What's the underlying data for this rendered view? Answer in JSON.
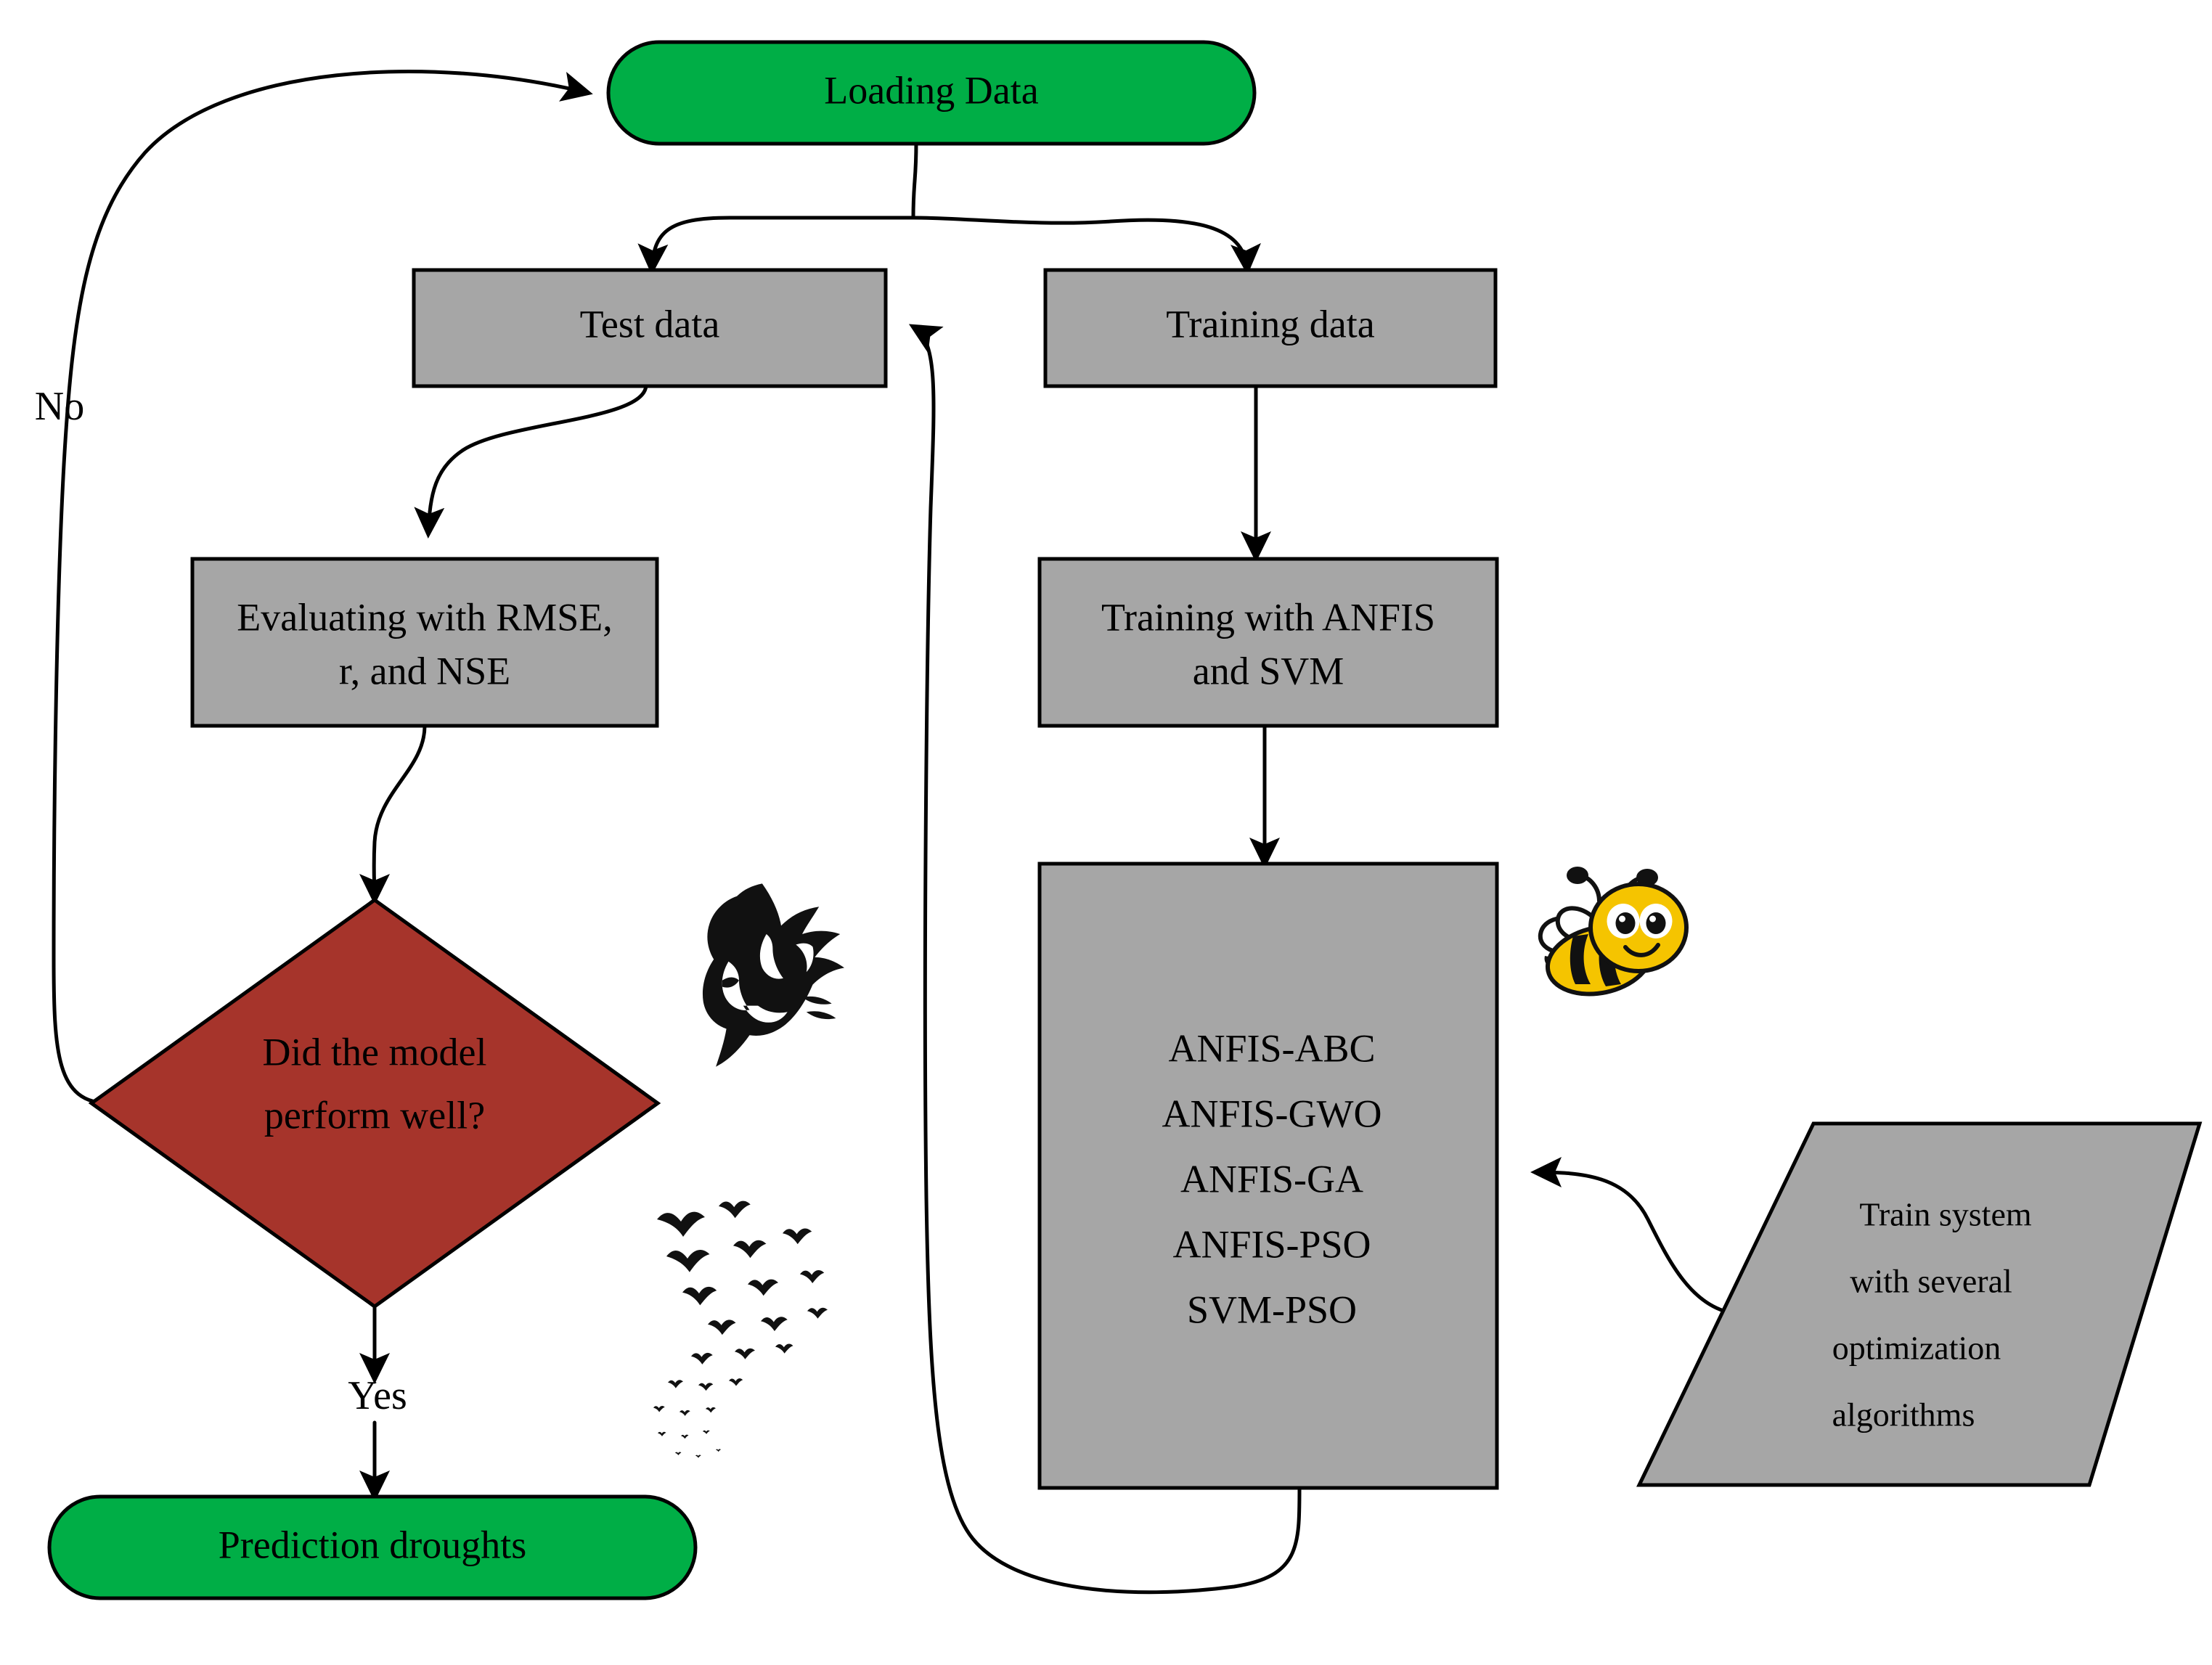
{
  "diagram": {
    "title": "Drought prediction methodology flowchart",
    "background_color": "#ffffff",
    "palette": {
      "terminal_green": "#00ae46",
      "process_gray": "#a6a6a6",
      "decision_red": "#a6342b",
      "stroke_black": "#000000",
      "bee_yellow": "#f5c400"
    }
  },
  "nodes": {
    "loading_data": {
      "label": "Loading Data",
      "shape": "rounded-terminal",
      "fill": "#00ae46"
    },
    "test_data": {
      "label": "Test data",
      "shape": "rectangle",
      "fill": "#a6a6a6"
    },
    "training_data": {
      "label": "Training data",
      "shape": "rectangle",
      "fill": "#a6a6a6"
    },
    "evaluating": {
      "shape": "rectangle",
      "fill": "#a6a6a6",
      "lines": [
        "Evaluating with RMSE,",
        "r, and NSE"
      ]
    },
    "training_models": {
      "shape": "rectangle",
      "fill": "#a6a6a6",
      "lines": [
        "Training with ANFIS",
        "and SVM"
      ]
    },
    "decision": {
      "shape": "diamond",
      "fill": "#a6342b",
      "lines": [
        "Did the model",
        "perform well?"
      ]
    },
    "algorithms": {
      "shape": "rectangle",
      "fill": "#a6a6a6",
      "lines": [
        "ANFIS-ABC",
        "ANFIS-GWO",
        "ANFIS-GA",
        "ANFIS-PSO",
        "SVM-PSO"
      ]
    },
    "train_system": {
      "shape": "parallelogram",
      "fill": "#a6a6a6",
      "lines": [
        "Train system",
        "with several",
        "optimization",
        "algorithms"
      ]
    },
    "prediction": {
      "label": "Prediction droughts",
      "shape": "rounded-terminal",
      "fill": "#00ae46"
    }
  },
  "edge_labels": {
    "no": "No",
    "yes": "Yes"
  },
  "decorations": {
    "wolf": {
      "name": "wolf-head-icon",
      "meaning": "GWO"
    },
    "bee": {
      "name": "bee-icon",
      "meaning": "ABC"
    },
    "birds": {
      "name": "bird-swarm-icon",
      "meaning": "PSO"
    }
  }
}
